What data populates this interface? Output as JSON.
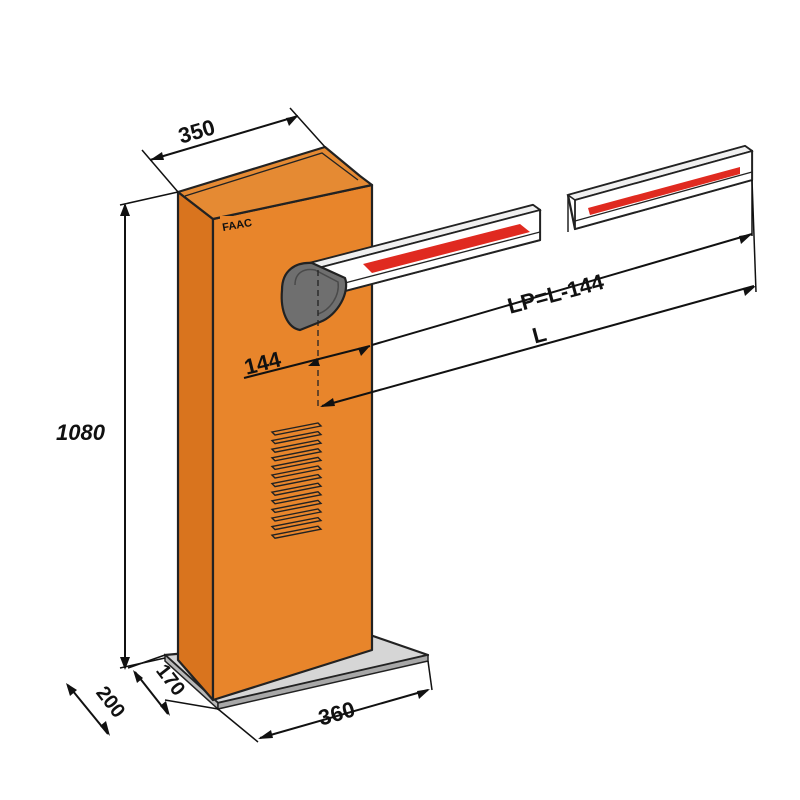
{
  "dimensions": {
    "top_width": "350",
    "height": "1080",
    "base_depth_outer": "200",
    "base_depth_inner": "170",
    "base_width": "360",
    "pivot_offset": "144",
    "boom_length": "L",
    "boom_effective": "LP=L-144"
  },
  "logo_text": "FAAC",
  "colors": {
    "housing_front": "#E8852B",
    "housing_side": "#D9741E",
    "housing_top": "#E58A33",
    "boom_white": "#FFFFFF",
    "boom_red": "#E02A20",
    "cap_gray": "#6F6F6F",
    "base_plate": "#CFCFCF"
  }
}
